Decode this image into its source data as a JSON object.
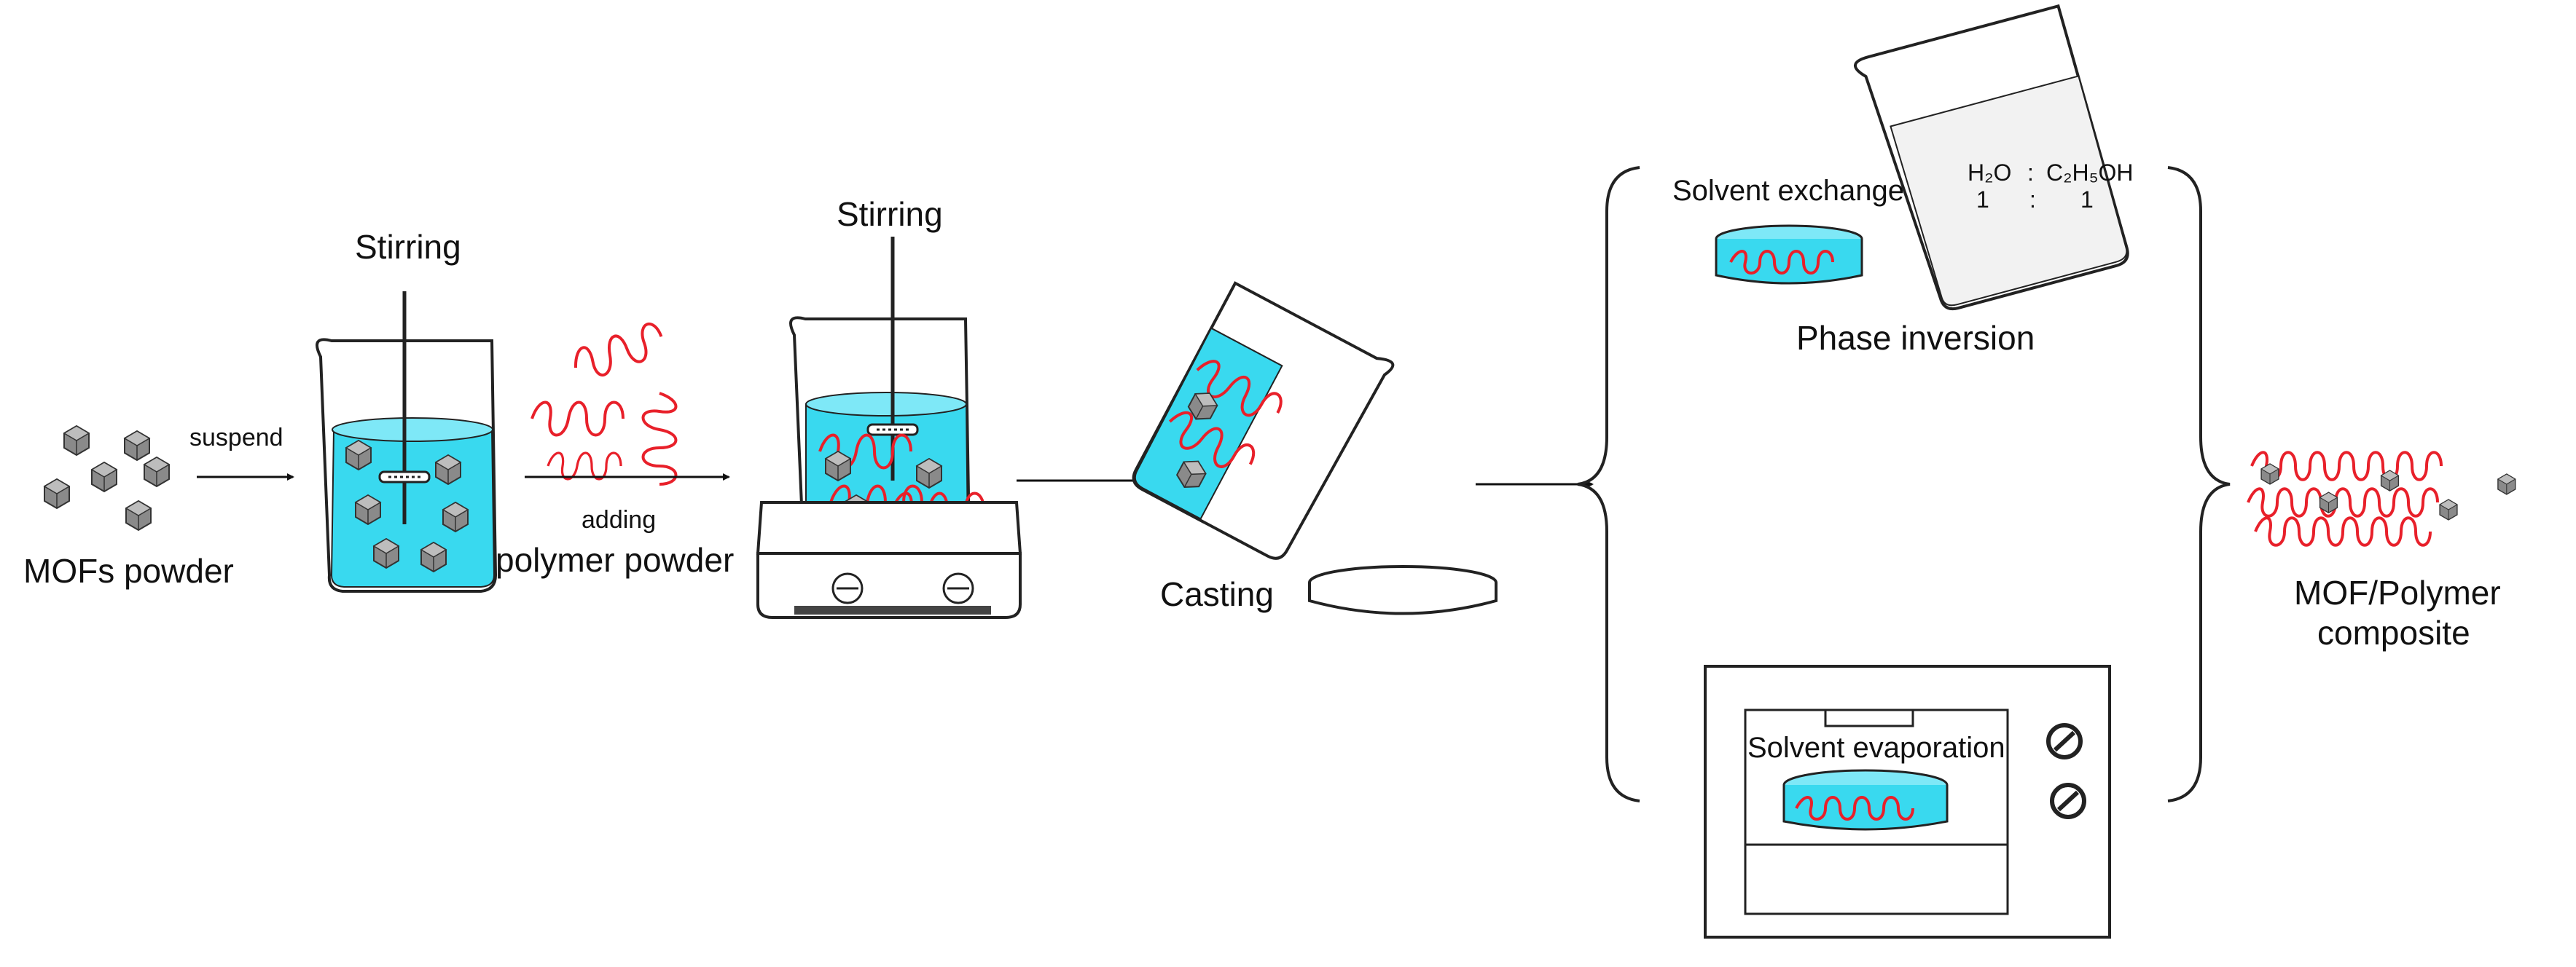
{
  "labels": {
    "mofs_powder": "MOFs powder",
    "suspend": "suspend",
    "stirring_1": "Stirring",
    "adding": "adding",
    "polymer_powder": "polymer powder",
    "stirring_2": "Stirring",
    "casting": "Casting",
    "solvent_exchange": "Solvent exchange",
    "phase_inversion": "Phase inversion",
    "solvent_evaporation": "Solvent evaporation",
    "result_line1": "MOF/Polymer",
    "result_line2": "composite"
  },
  "ratio": {
    "water": "H₂O",
    "colon": ":",
    "ethanol": "C₂H₅OH",
    "left": "1",
    "right": "1"
  },
  "colors": {
    "solution": "#39d9ef",
    "polymer": "#e8202a",
    "mof": "#8a8a8a",
    "outline": "#222222"
  }
}
